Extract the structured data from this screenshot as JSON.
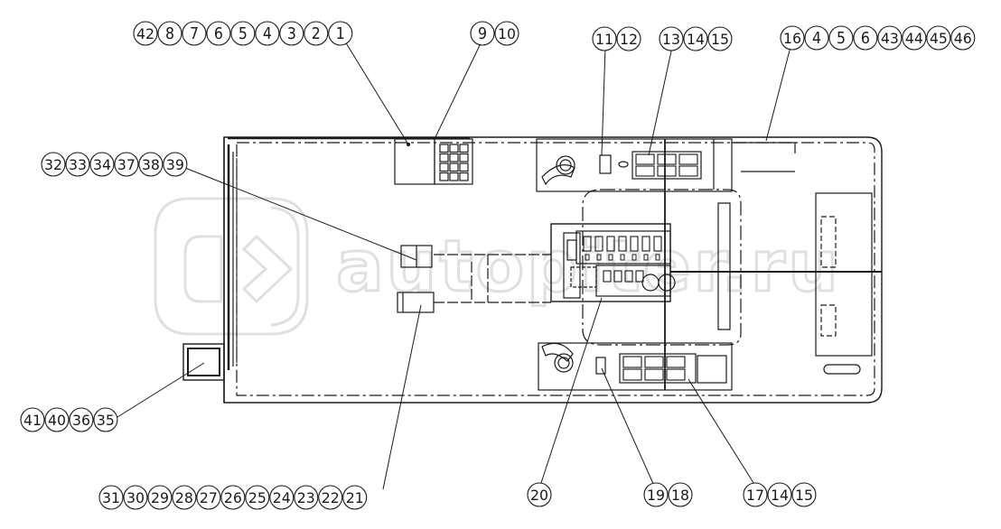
{
  "watermark": {
    "brand_text": "autopiter.ru",
    "icon_name": "autopiter-logo-icon"
  },
  "callouts": {
    "group_top_left": [
      "42",
      "8",
      "7",
      "6",
      "5",
      "4",
      "3",
      "2",
      "1"
    ],
    "group_top_9_10": [
      "9",
      "10"
    ],
    "group_top_11_12": [
      "11",
      "12"
    ],
    "group_top_13_15": [
      "13",
      "14",
      "15"
    ],
    "group_top_right": [
      "16",
      "4",
      "5",
      "6",
      "43",
      "44",
      "45",
      "46"
    ],
    "group_left_mid": [
      "32",
      "33",
      "34",
      "37",
      "38",
      "39"
    ],
    "group_left_low": [
      "41",
      "40",
      "36",
      "35"
    ],
    "group_bottom_left": [
      "31",
      "30",
      "29",
      "28",
      "27",
      "26",
      "25",
      "24",
      "23",
      "22",
      "21"
    ],
    "group_bottom_20": [
      "20"
    ],
    "group_bottom_19_18": [
      "19",
      "18"
    ],
    "group_bottom_17": [
      "17",
      "14",
      "15"
    ]
  },
  "colors": {
    "line": "#1a1a1a",
    "watermark": "#c8c8c8",
    "background": "#ffffff"
  }
}
